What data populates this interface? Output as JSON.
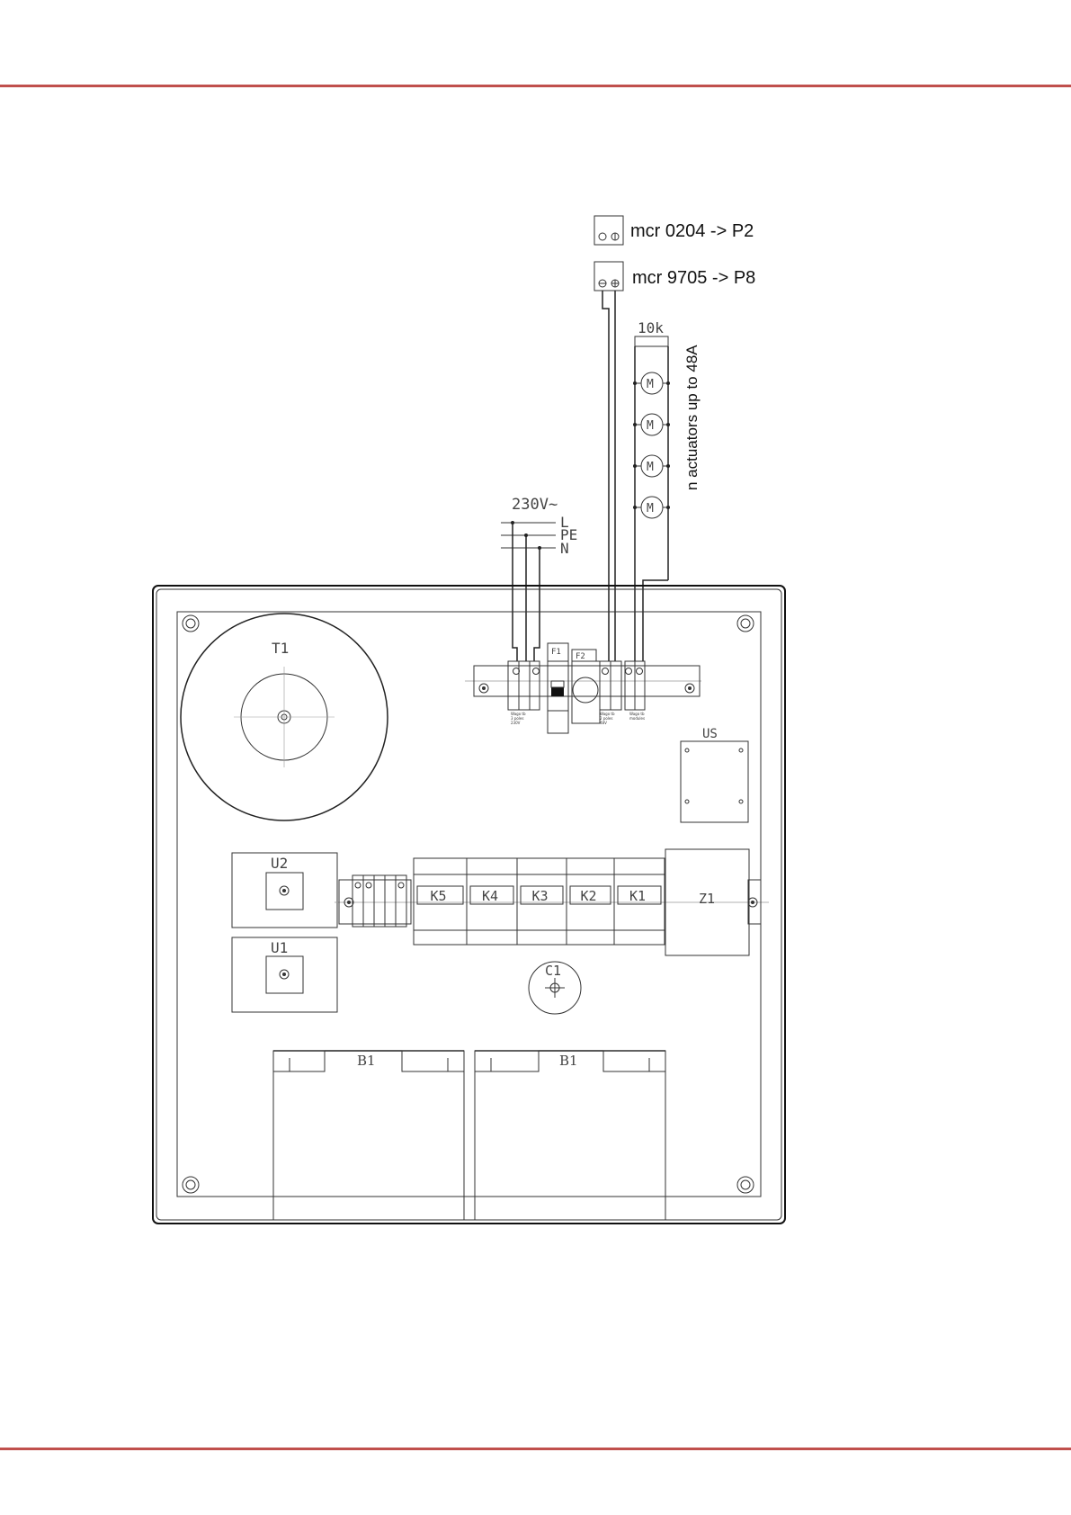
{
  "header": {
    "rule_color": "#c0504d"
  },
  "footer": {
    "rule_color": "#c0504d"
  },
  "connectors": {
    "top_label": "mcr 0204 -> P2",
    "bottom_label": "mcr 9705 -> P8"
  },
  "resistor": {
    "label": "10k"
  },
  "actuators": {
    "note": "n actuators up to 48A",
    "motor_symbol": "M",
    "count": 4
  },
  "mains": {
    "voltage": "230V~",
    "line": "L",
    "earth": "PE",
    "neutral": "N"
  },
  "components": {
    "transformer": "T1",
    "fuse1": "F1",
    "fuse2": "F2",
    "module_us": "US",
    "module_u2": "U2",
    "module_u1": "U1",
    "relay_k5": "K5",
    "relay_k4": "K4",
    "relay_k3": "K3",
    "relay_k2": "K2",
    "relay_k1": "K1",
    "filter": "Z1",
    "capacitor": "C1",
    "battery_left": "B1",
    "battery_right": "B1"
  }
}
